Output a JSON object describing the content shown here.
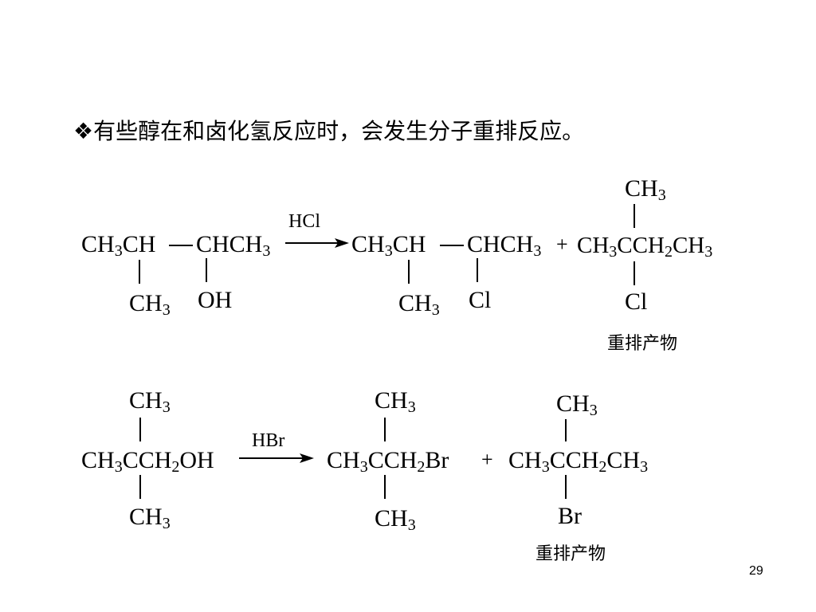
{
  "heading": {
    "bullet": "❖",
    "text": "有些醇在和卤化氢反应时，会发生分子重排反应。"
  },
  "reaction1": {
    "reactant_main_pre": "CH",
    "reactant_main_sub1": "3",
    "reactant_main_mid": "CH",
    "reactant_main_post": "CHCH",
    "reactant_main_sub2": "3",
    "reactant_branch_ch": "CH",
    "reactant_branch_sub": "3",
    "reactant_branch_oh": "OH",
    "reagent": "HCl",
    "product1_pre": "CH",
    "product1_sub1": "3",
    "product1_mid": "CH",
    "product1_post": "CHCH",
    "product1_sub2": "3",
    "product1_branch_ch": "CH",
    "product1_branch_sub": "3",
    "product1_branch_cl": "Cl",
    "plus": "+",
    "product2_top": "CH",
    "product2_top_sub": "3",
    "product2_a": "CH",
    "product2_sub1": "3",
    "product2_b": "CCH",
    "product2_sub2": "2",
    "product2_c": "CH",
    "product2_sub3": "3",
    "product2_bottom": "Cl",
    "label": "重排产物"
  },
  "reaction2": {
    "reactant_top": "CH",
    "reactant_top_sub": "3",
    "reactant_a": "CH",
    "reactant_sub1": "3",
    "reactant_b": "CCH",
    "reactant_sub2": "2",
    "reactant_c": "OH",
    "reactant_bottom": "CH",
    "reactant_bottom_sub": "3",
    "reagent": "HBr",
    "product1_top": "CH",
    "product1_top_sub": "3",
    "product1_a": "CH",
    "product1_sub1": "3",
    "product1_b": "CCH",
    "product1_sub2": "2",
    "product1_c": "Br",
    "product1_bottom": "CH",
    "product1_bottom_sub": "3",
    "plus": "+",
    "product2_top": "CH",
    "product2_top_sub": "3",
    "product2_a": "CH",
    "product2_sub1": "3",
    "product2_b": "CCH",
    "product2_sub2": "2",
    "product2_c": "CH",
    "product2_sub3": "3",
    "product2_bottom": "Br",
    "label": "重排产物"
  },
  "page_number": "29"
}
